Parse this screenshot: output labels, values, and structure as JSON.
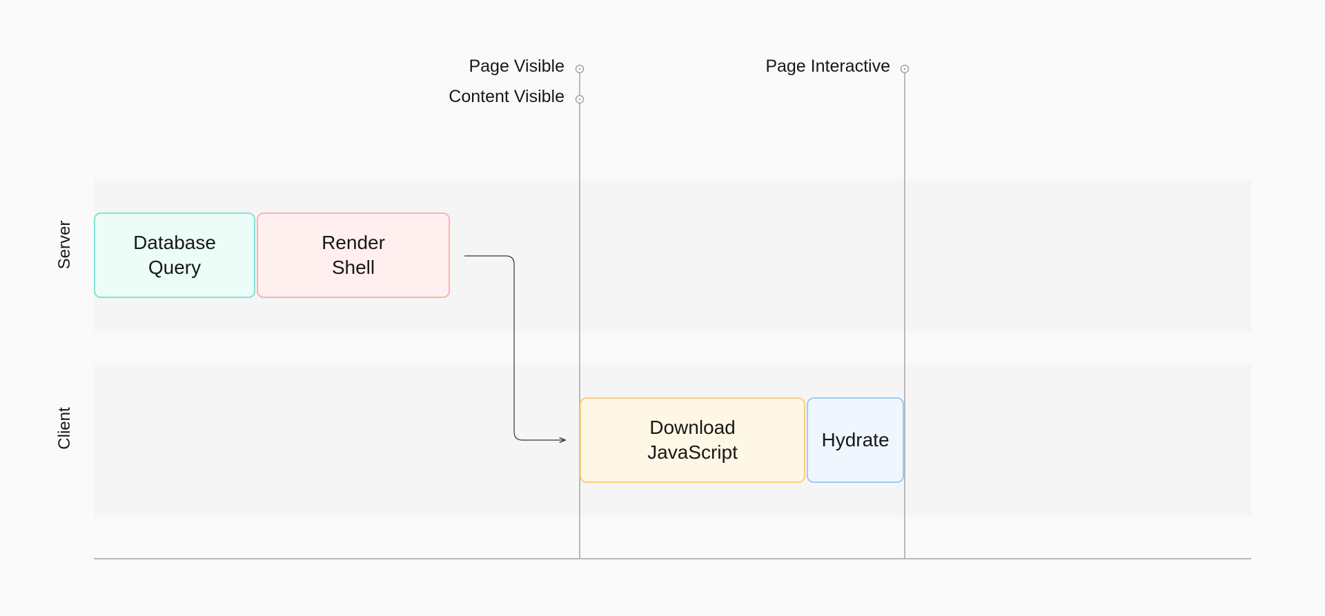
{
  "lanes": {
    "server": "Server",
    "client": "Client"
  },
  "markers": {
    "page_visible": "Page Visible",
    "content_visible": "Content Visible",
    "page_interactive": "Page Interactive"
  },
  "tasks": {
    "database_query": "Database\nQuery",
    "render_shell": "Render\nShell",
    "download_javascript": "Download\nJavaScript",
    "hydrate": "Hydrate"
  },
  "colors": {
    "database_query": {
      "border": "#7fe3d8",
      "fill": "#ecfdf8"
    },
    "render_shell": {
      "border": "#f8b4ad",
      "fill": "#fff0ef"
    },
    "download_javascript": {
      "border": "#f7cf7a",
      "fill": "#fff7e6"
    },
    "hydrate": {
      "border": "#9ccbf2",
      "fill": "#eff6fe"
    },
    "guide_line": "#a3a3a3",
    "arrow": "#333333"
  }
}
